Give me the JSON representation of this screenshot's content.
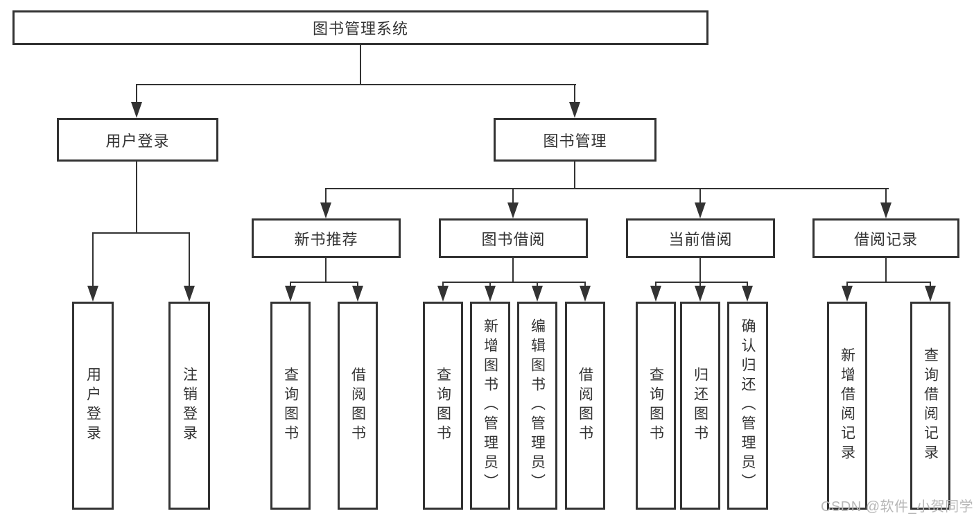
{
  "diagram": {
    "title": "图书管理系统",
    "user_login_branch": {
      "label": "用户登录",
      "children": [
        {
          "label": "用户登录"
        },
        {
          "label": "注销登录"
        }
      ]
    },
    "book_mgmt_branch": {
      "label": "图书管理",
      "modules": [
        {
          "label": "新书推荐",
          "children": [
            {
              "label": "查询图书"
            },
            {
              "label": "借阅图书"
            }
          ]
        },
        {
          "label": "图书借阅",
          "children": [
            {
              "label": "查询图书"
            },
            {
              "label": "新增图书（管理员）"
            },
            {
              "label": "编辑图书（管理员）"
            },
            {
              "label": "借阅图书"
            }
          ]
        },
        {
          "label": "当前借阅",
          "children": [
            {
              "label": "查询图书"
            },
            {
              "label": "归还图书"
            },
            {
              "label": "确认归还（管理员）"
            }
          ]
        },
        {
          "label": "借阅记录",
          "children": [
            {
              "label": "新增借阅记录"
            },
            {
              "label": "查询借阅记录"
            }
          ]
        }
      ]
    },
    "watermark": "CSDN @软件_小贺同学",
    "colors": {
      "line": "#333333",
      "text": "#333333",
      "background": "#ffffff",
      "watermark": "#b7b7b7"
    }
  }
}
